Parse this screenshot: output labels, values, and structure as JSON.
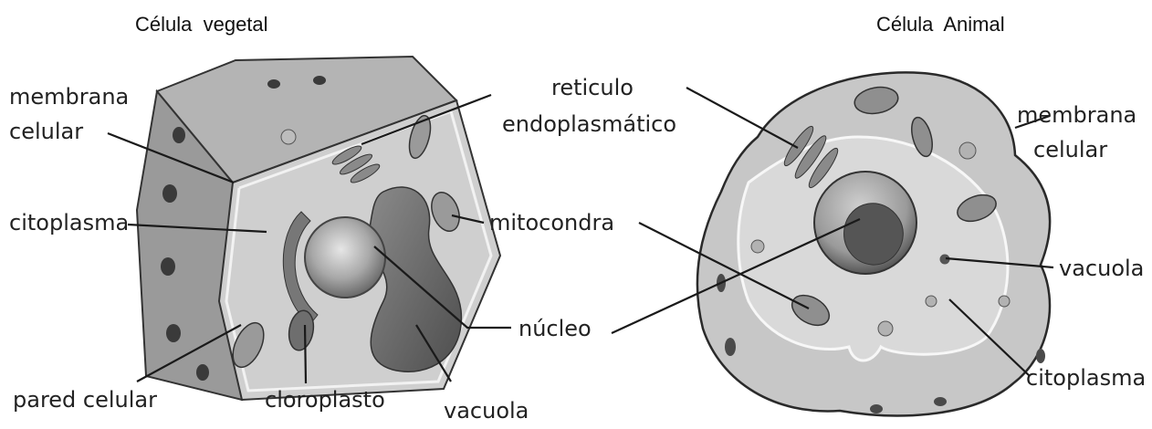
{
  "titles": {
    "plant": "Célula  vegetal",
    "animal": "Célula  Animal"
  },
  "plant_labels": {
    "membrana": "membrana",
    "celular": "celular",
    "citoplasma": "citoplasma",
    "pared": "pared celular",
    "cloroplasto": "cloroplasto",
    "vacuola": "vacuola"
  },
  "shared_labels": {
    "reticulo": "reticulo",
    "endoplasmatico": "endoplasmático",
    "mitocondra": "mitocondra",
    "nucleo": "núcleo"
  },
  "animal_labels": {
    "membrana": "membrana",
    "celular": "celular",
    "vacuola": "vacuola",
    "citoplasma": "citoplasma"
  },
  "colors": {
    "cell_light": "#cfcfcf",
    "cell_mid": "#a9a9a9",
    "cell_dark": "#6e6e6e",
    "outline": "#2a2a2a"
  }
}
